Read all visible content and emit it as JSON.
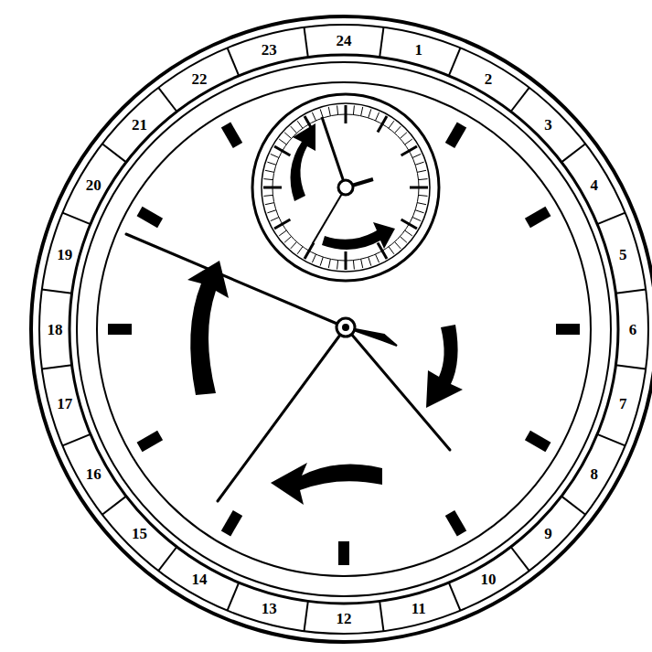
{
  "diagram": {
    "labels": [
      "24",
      "1",
      "2",
      "3",
      "4",
      "5",
      "6",
      "7",
      "8",
      "9",
      "10",
      "11",
      "12",
      "13",
      "14",
      "15",
      "16",
      "17",
      "18",
      "19",
      "20",
      "21",
      "22",
      "23"
    ]
  }
}
